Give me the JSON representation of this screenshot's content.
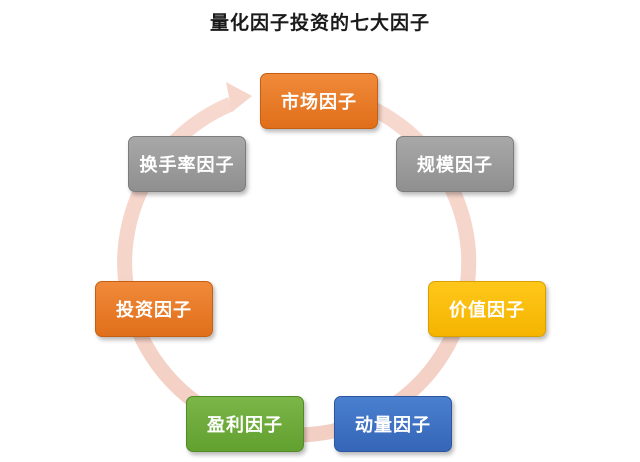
{
  "title": "量化因子投资的七大因子",
  "factors": [
    {
      "label": "市场因子",
      "color": "#e87a28"
    },
    {
      "label": "规模因子",
      "color": "#9a9a9a"
    },
    {
      "label": "价值因子",
      "color": "#fbbd08"
    },
    {
      "label": "动量因子",
      "color": "#3f72c2"
    },
    {
      "label": "盈利因子",
      "color": "#6dab3c"
    },
    {
      "label": "投资因子",
      "color": "#e87a28"
    },
    {
      "label": "换手率因子",
      "color": "#9a9a9a"
    }
  ],
  "cycle_ring": {
    "color": "#f6d5cb",
    "direction": "clockwise"
  }
}
